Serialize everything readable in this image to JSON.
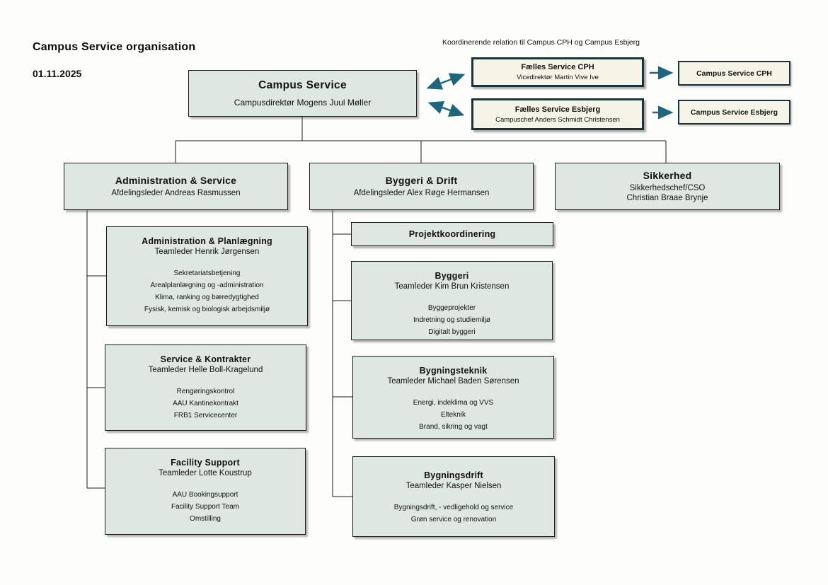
{
  "page": {
    "title": "Campus Service organisation",
    "date": "01.11.2025"
  },
  "colors": {
    "box_fill": "#dee7e2",
    "cream_fill": "#f5f4e7",
    "border_navy": "#16333e",
    "arrow_teal": "#1e667e"
  },
  "root": {
    "title": "Campus Service",
    "subtitle": "Campusdirektør Mogens Juul Møller"
  },
  "coordination": {
    "note": "Koordinerende relation til Campus CPH og Campus Esbjerg",
    "faelles_cph": {
      "title": "Fælles Service CPH",
      "subtitle": "Vicedirektør Martin Vive Ive"
    },
    "faelles_esbjerg": {
      "title": "Fælles Service Esbjerg",
      "subtitle": "Campuschef Anders Schmidt Christensen"
    },
    "campus_cph": {
      "title": "Campus Service CPH"
    },
    "campus_esbjerg": {
      "title": "Campus Service Esbjerg"
    }
  },
  "departments": [
    {
      "title": "Administration & Service",
      "subtitle": "Afdelingsleder Andreas Rasmussen"
    },
    {
      "title": "Byggeri & Drift",
      "subtitle": "Afdelingsleder Alex Røge Hermansen"
    },
    {
      "title": "Sikkerhed",
      "subtitle": "Sikkerhedschef/CSO",
      "subtitle2": "Christian Braae Brynje"
    }
  ],
  "teams_left": [
    {
      "title": "Administration & Planlægning",
      "leader": "Teamleder Henrik Jørgensen",
      "items": [
        "Sekretariatsbetjening",
        "Arealplanlægning og -administration",
        "Klima, ranking og bæredygtighed",
        "Fysisk, kemisk og biologisk arbejdsmiljø"
      ]
    },
    {
      "title": "Service & Kontrakter",
      "leader": "Teamleder Helle Boll-Kragelund",
      "items": [
        "Rengøringskontrol",
        "AAU Kantinekontrakt",
        "FRB1 Servicecenter"
      ]
    },
    {
      "title": "Facility Support",
      "leader": "Teamleder Lotte Koustrup",
      "items": [
        "AAU Bookingsupport",
        "Facility Support Team",
        "Omstilling"
      ]
    }
  ],
  "teams_middle": [
    {
      "title": "Projektkoordinering"
    },
    {
      "title": "Byggeri",
      "leader": "Teamleder Kim Brun Kristensen",
      "items": [
        "Byggeprojekter",
        "Indretning og studiemiljø",
        "Digitalt byggeri"
      ]
    },
    {
      "title": "Bygningsteknik",
      "leader": "Teamleder Michael Baden Sørensen",
      "items": [
        "Energi, indeklima og VVS",
        "Elteknik",
        "Brand, sikring og vagt"
      ]
    },
    {
      "title": "Bygningsdrift",
      "leader": "Teamleder Kasper Nielsen",
      "items": [
        "Bygningsdrift, - vedligehold og service",
        "Grøn service og renovation"
      ]
    }
  ]
}
